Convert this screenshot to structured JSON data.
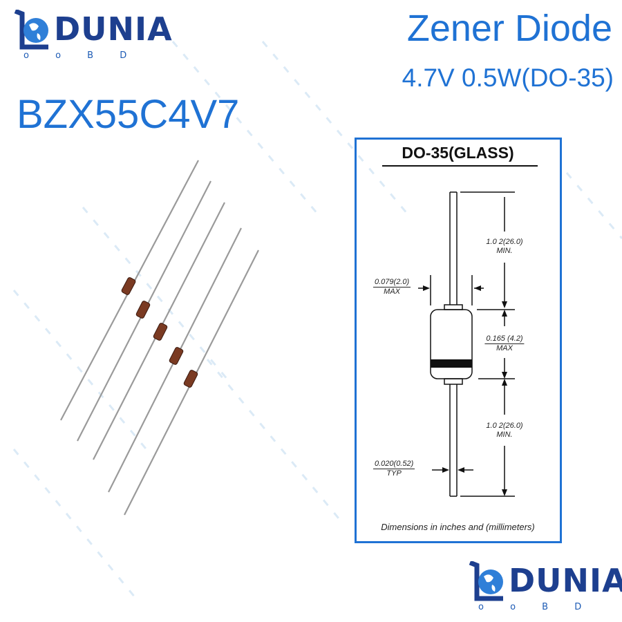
{
  "brand": {
    "name": "DUNIA",
    "sub": "o o B D"
  },
  "product": {
    "title": "Zener Diode",
    "subtitle": "4.7V 0.5W(DO-35)",
    "part_number": "BZX55C4V7"
  },
  "diagram": {
    "title": "DO-35(GLASS)",
    "lead_length": {
      "value": "1.0 2(26.0)",
      "note": "MIN."
    },
    "body_diameter": {
      "value": "0.079(2.0)",
      "note": "MAX"
    },
    "body_length": {
      "value": "0.165 (4.2)",
      "note": "MAX"
    },
    "lead_length_bottom": {
      "value": "1.0 2(26.0)",
      "note": "MIN."
    },
    "lead_diameter": {
      "value": "0.020(0.52)",
      "note": "TYP"
    },
    "caption": "Dimensions in inches and (millimeters)"
  },
  "colors": {
    "accent": "#1f72d4",
    "logo": "#1d3f8f"
  }
}
